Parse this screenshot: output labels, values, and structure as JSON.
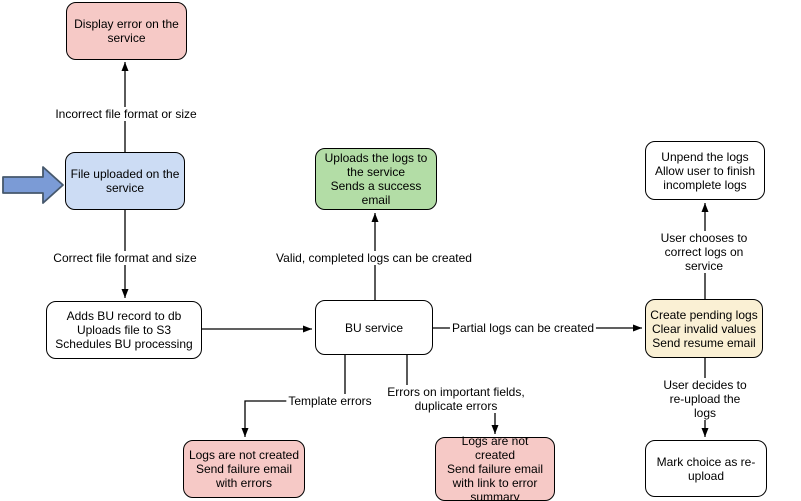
{
  "colors": {
    "background": "#ffffff",
    "border": "#000000",
    "line": "#000000",
    "node_pink": "#f6c9c6",
    "node_blue": "#ccdcf4",
    "node_green": "#b3dda6",
    "node_yellow": "#faf0d4",
    "node_white": "#ffffff",
    "arrow_fill": "#7b9bd6",
    "arrow_stroke": "#46586c"
  },
  "icons": {
    "input_arrow": "thick-right-arrow"
  },
  "nodes": {
    "display_error": {
      "label": "Display error on the\nservice"
    },
    "file_uploaded": {
      "label": "File uploaded on the\nservice"
    },
    "adds_bu": {
      "label": "Adds BU record to db\nUploads file to S3\nSchedules BU processing"
    },
    "bu_service": {
      "label": "BU service"
    },
    "upload_logs": {
      "label": "Uploads the logs to\nthe service\nSends a success\nemail"
    },
    "unpend": {
      "label": "Unpend the logs\nAllow user to finish\nincomplete logs"
    },
    "create_pending": {
      "label": "Create pending logs\nClear invalid values\nSend resume email"
    },
    "mark_choice": {
      "label": "Mark choice as re-\nupload"
    },
    "logs_not_created_errors": {
      "label": "Logs are not created\nSend failure email\nwith errors"
    },
    "logs_not_created_summary": {
      "label": "Logs are not created\nSend failure email\nwith link to error\nsummary"
    }
  },
  "edges": {
    "incorrect_file": {
      "label": "Incorrect file format or size"
    },
    "correct_file": {
      "label": "Correct file format and size"
    },
    "valid_logs": {
      "label": "Valid, completed logs can be created"
    },
    "partial_logs": {
      "label": "Partial logs can be created"
    },
    "user_correct": {
      "label": "User chooses to correct logs on service"
    },
    "user_reupload": {
      "label": "User decides to re-upload the logs"
    },
    "template_errors": {
      "label": "Template errors"
    },
    "important_errors": {
      "label": "Errors on important fields,\nduplicate errors"
    }
  }
}
